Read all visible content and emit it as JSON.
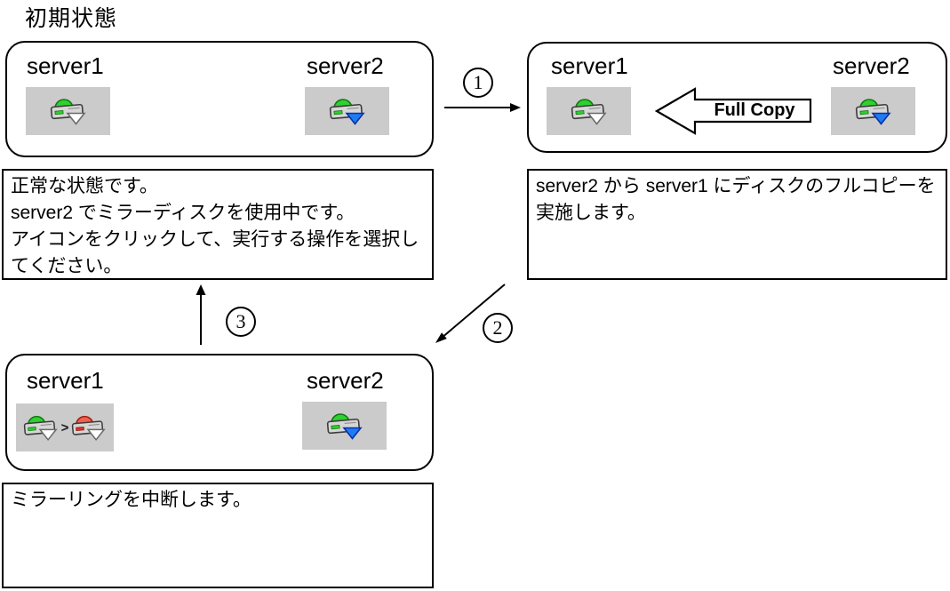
{
  "title": "初期状態",
  "initial_box": {
    "server1_label": "server1",
    "server2_label": "server2"
  },
  "initial_note_lines": [
    "正常な状態です。",
    "server2 でミラーディスクを使用中です。",
    "アイコンをクリックして、実行する操作を選択してください。"
  ],
  "full_copy_box": {
    "server1_label": "server1",
    "server2_label": "server2",
    "arrow_label": "Full Copy"
  },
  "full_copy_note": "server2 から server1 にディスクのフルコピーを実施します。",
  "suspend_box": {
    "server1_label": "server1",
    "server2_label": "server2",
    "pair_separator": ">"
  },
  "suspend_note": "ミラーリングを中断します。",
  "steps": {
    "step1": "1",
    "step2": "2",
    "step3": "3"
  },
  "icons": {
    "server_normal_standby": "mirror-disk-normal-standby-icon",
    "server_normal_active": "mirror-disk-normal-active-icon",
    "server_error_standby": "mirror-disk-error-standby-icon"
  },
  "colors": {
    "border": "#000000",
    "icon_background": "#cbcbcb",
    "disk_body": "#d6d6d6",
    "dome_green": "#2ed12e",
    "dome_red": "#f2604a",
    "led_green": "#2bd12b",
    "led_red": "#e23228",
    "triangle_blue": "#1e7cf2",
    "triangle_white": "#ffffff"
  }
}
